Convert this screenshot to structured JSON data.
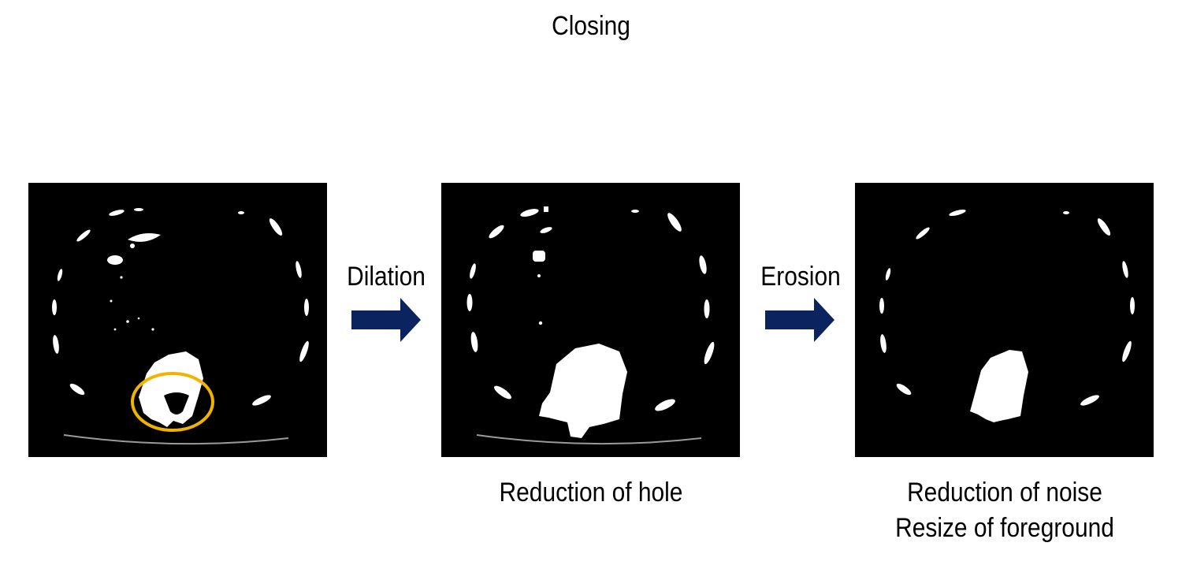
{
  "title": "Closing",
  "operations": {
    "dilation": "Dilation",
    "erosion": "Erosion"
  },
  "captions": {
    "after_dilation": "Reduction of hole",
    "after_erosion_line1": "Reduction of noise",
    "after_erosion_line2": "Resize of foreground"
  },
  "colors": {
    "arrow": "#0b2460",
    "highlight_circle": "#f0b400",
    "image_background": "#000000",
    "foreground": "#ffffff"
  },
  "icons": {
    "arrow": "right-arrow-icon"
  }
}
